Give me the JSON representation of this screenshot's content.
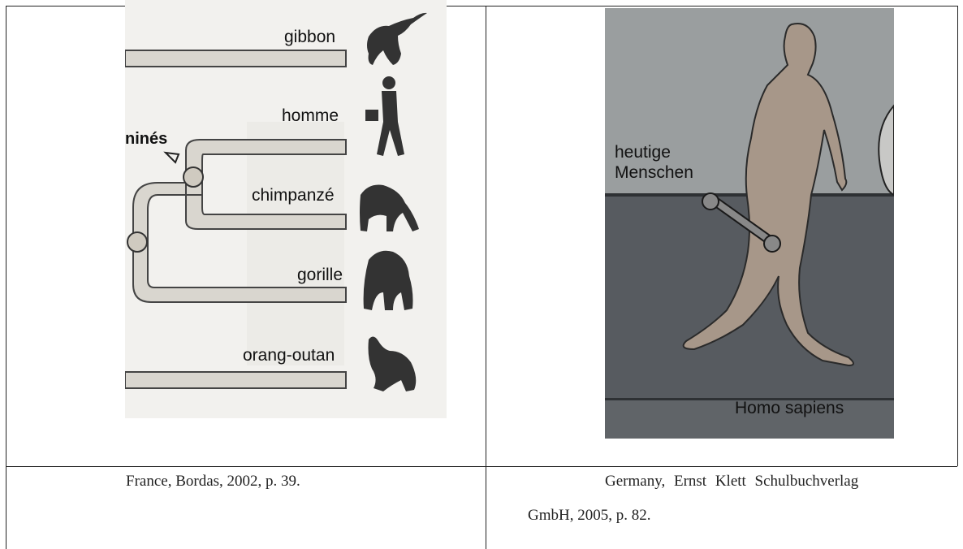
{
  "left_figure": {
    "labels": {
      "group": "ninés",
      "gibbon": "gibbon",
      "homme": "homme",
      "chimpanze": "chimpanzé",
      "gorille": "gorille",
      "orang_outan": "orang-outan"
    }
  },
  "right_figure": {
    "label_top_line1": "heutige",
    "label_top_line2": "Menschen",
    "label_bottom": "Homo sapiens"
  },
  "captions": {
    "left": "France, Bordas, 2002, p. 39.",
    "right_line1": "Germany, Ernst Klett Schulbuchverlag",
    "right_line2": "GmbH, 2005, p. 82."
  }
}
